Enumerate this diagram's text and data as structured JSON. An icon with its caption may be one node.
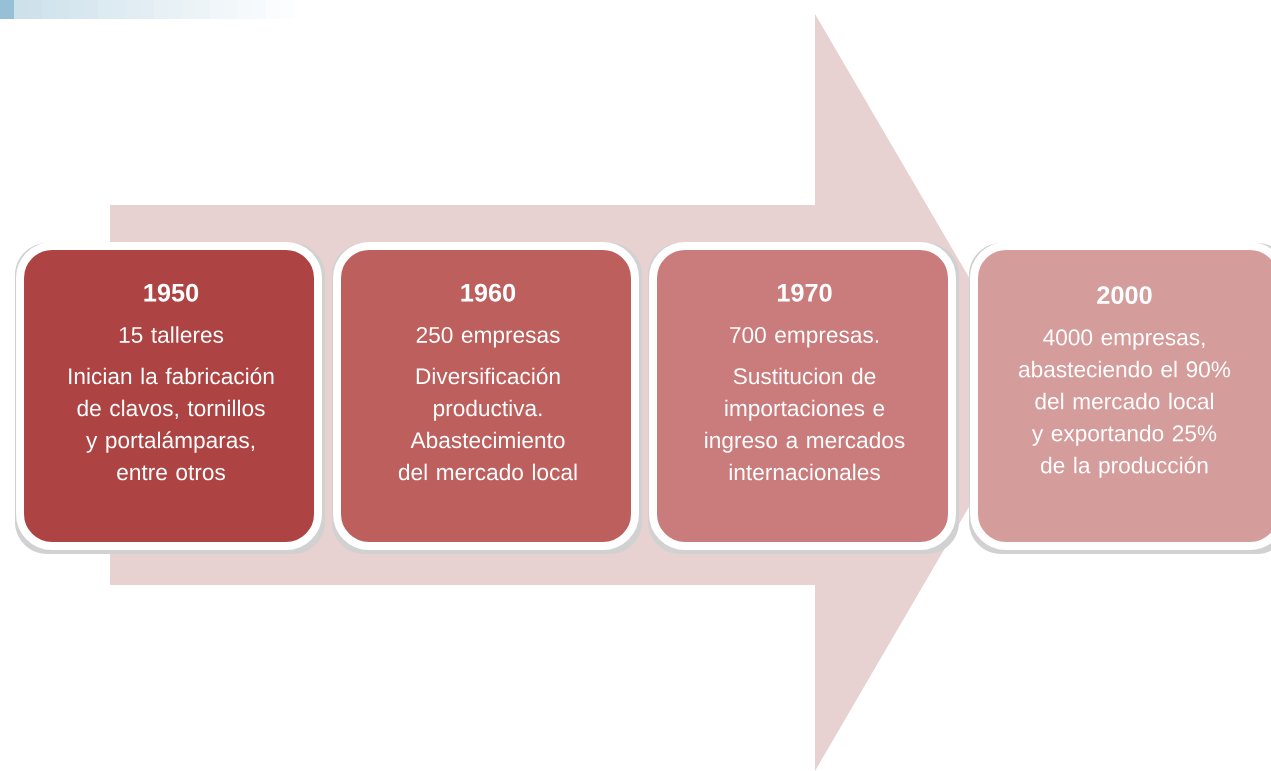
{
  "diagram": {
    "nodes": [
      {
        "text": [
          "1950",
          "15 talleres",
          "Inician la fabricación de clavos, tornillos y portalámparas, entre otros"
        ]
      },
      {
        "text": [
          "1960",
          "250 empresas",
          "Diversificación productiva. Abastecimiento del mercado local"
        ]
      },
      {
        "text": [
          "1970",
          "700 empresas.",
          "Sustitucion de importaciones e ingreso a mercados internacionales"
        ]
      },
      {
        "text": [
          "2000",
          "4000 empresas, abasteciendo el 90% del mercado local y exportando 25% de la producción"
        ]
      }
    ],
    "edges": [
      {
        "from": 0,
        "to": 3,
        "arrow": "to"
      }
    ]
  }
}
